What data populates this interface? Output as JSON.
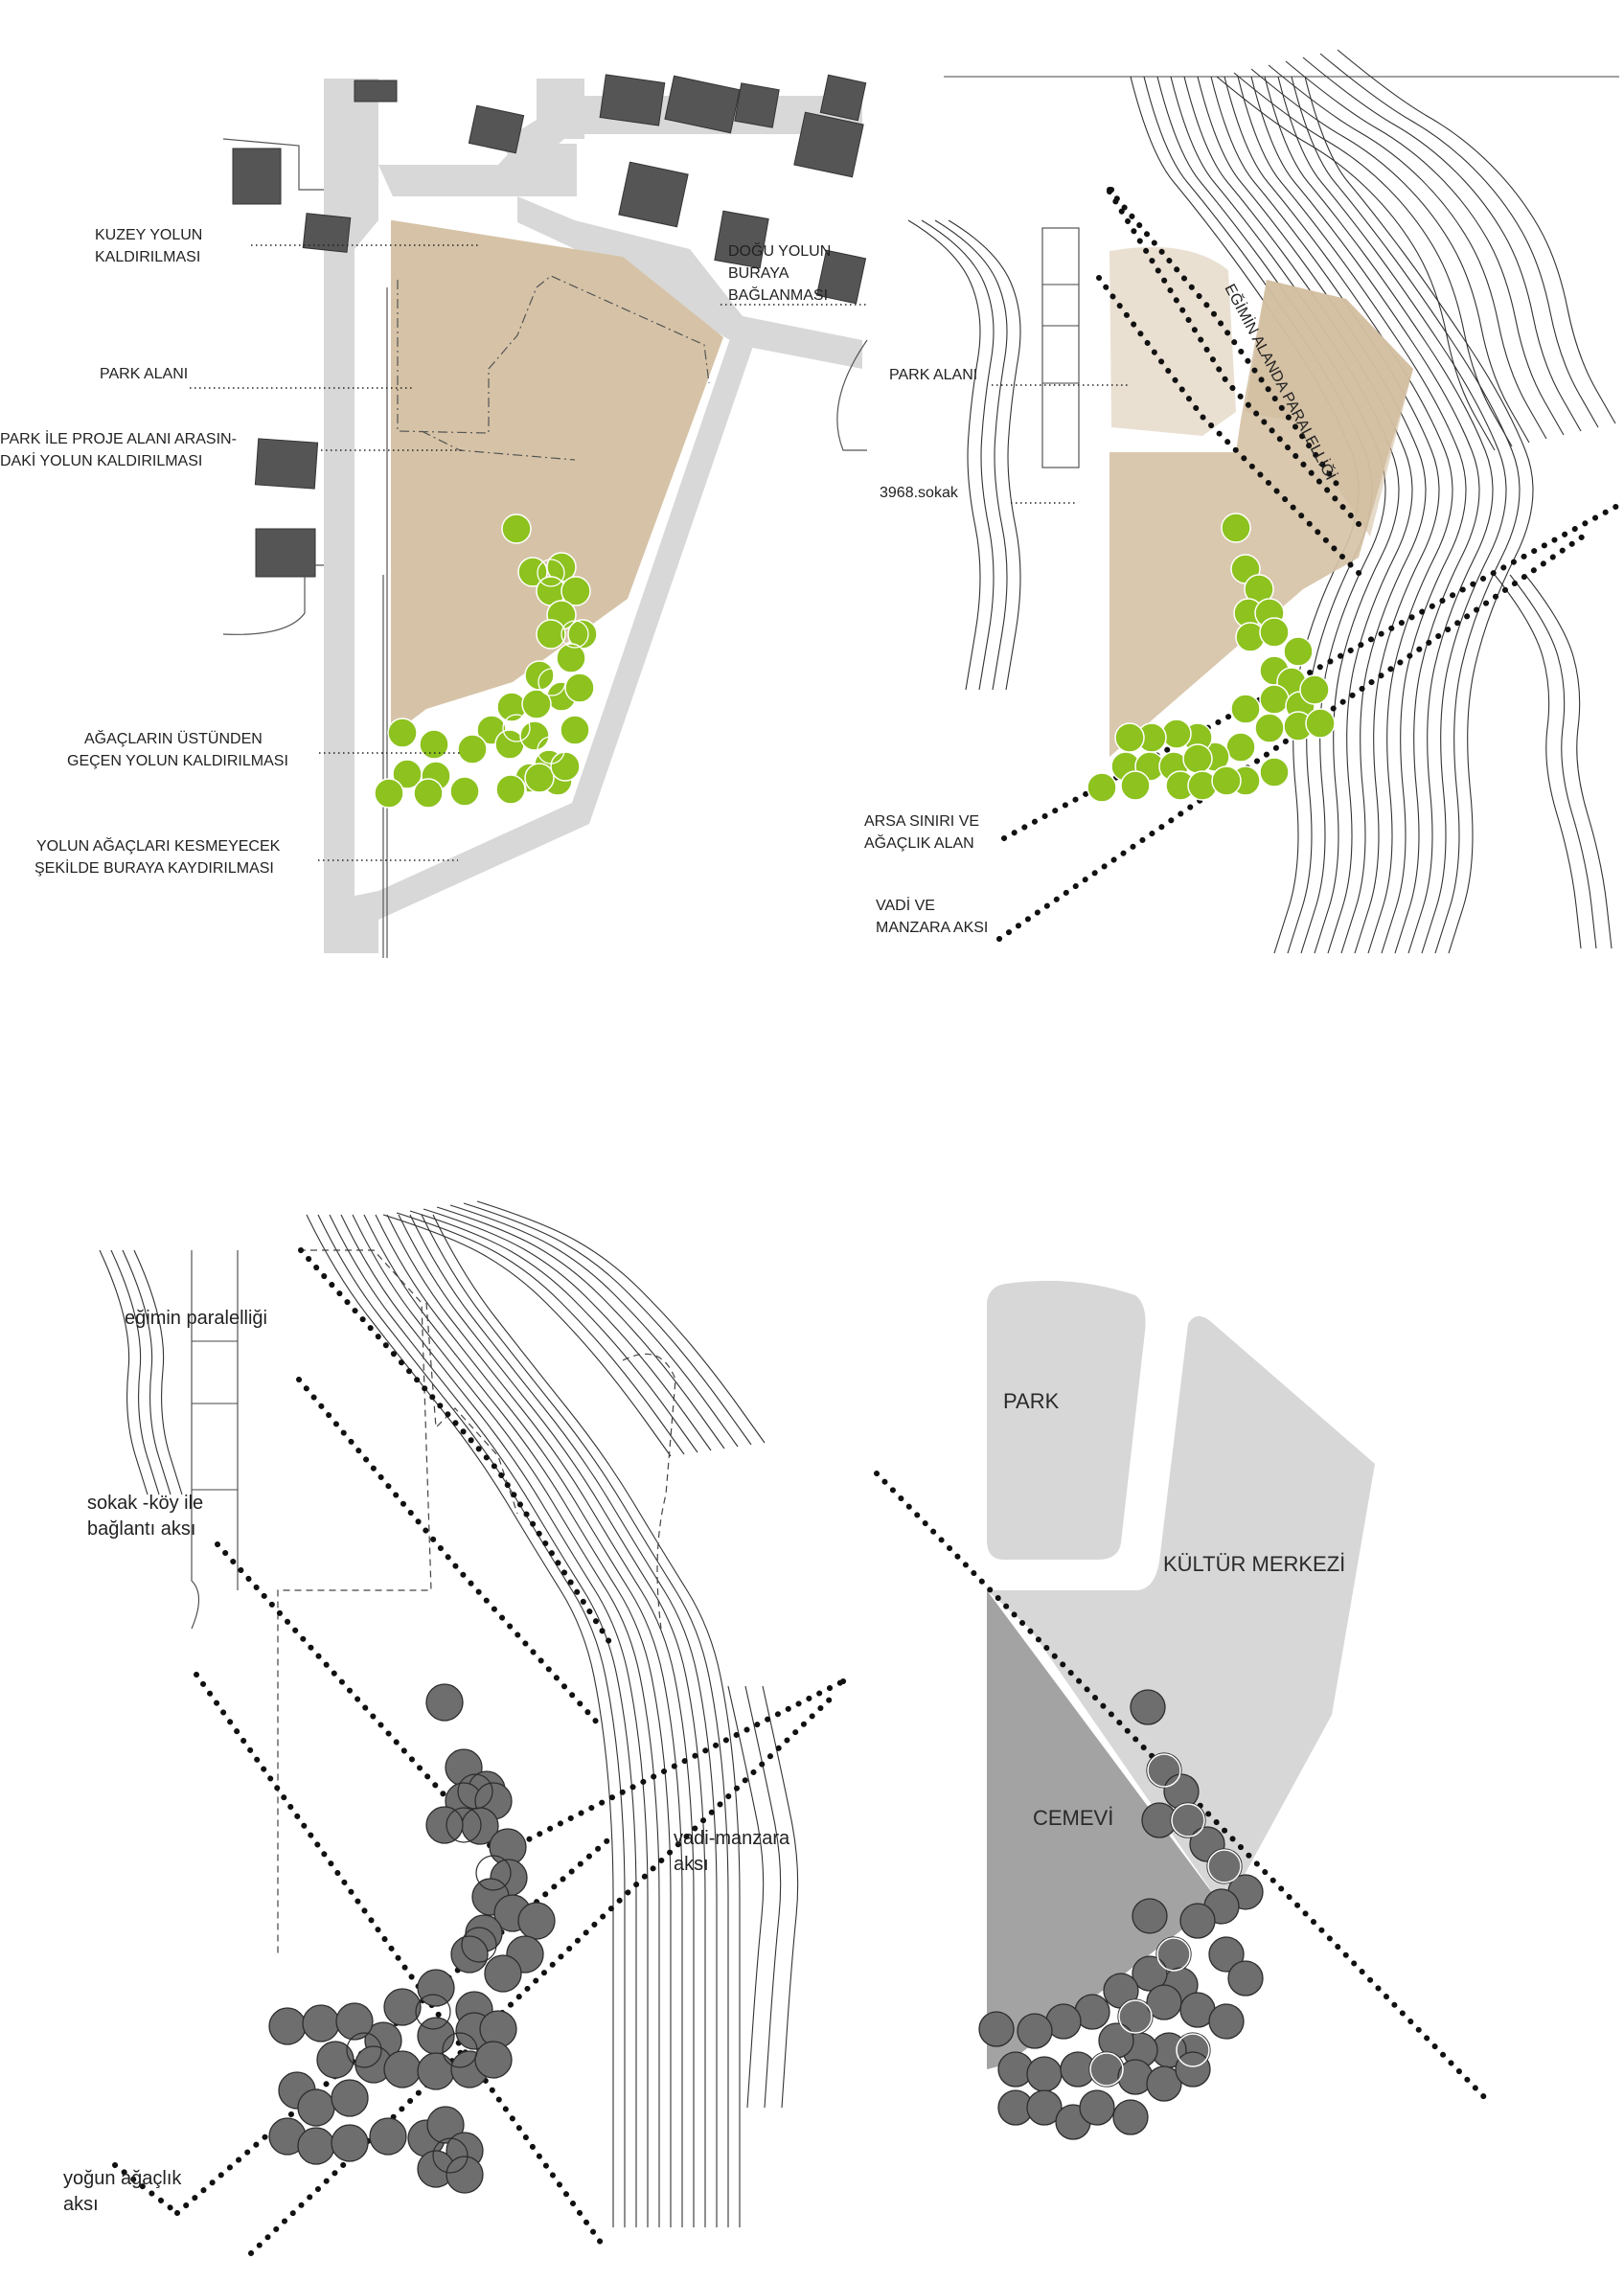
{
  "panel1": {
    "labels": {
      "kuzey_1": "KUZEY YOLUN",
      "kuzey_2": "KALDIRILMASI",
      "dogu_1": "DOĞU YOLUN",
      "dogu_2": "BURAYA",
      "dogu_3": "BAĞLANMASI",
      "park": "PARK ALANI",
      "park_ile_1": "PARK İLE PROJE ALANI ARASIN-",
      "park_ile_2": "DAKİ YOLUN KALDIRILMASI",
      "agac_1": "AĞAÇLARIN ÜSTÜNDEN",
      "agac_2": "GEÇEN YOLUN KALDIRILMASI",
      "yolun_1": "YOLUN AĞAÇLARI KESMEYECEK",
      "yolun_2": "ŞEKİLDE BURAYA KAYDIRILMASI"
    }
  },
  "panel2": {
    "labels": {
      "park": "PARK ALANI",
      "sokak": "3968.sokak",
      "egim": "EĞİMİN ALANDA PARALELLİĞİ",
      "arsa_1": "ARSA SINIRI VE",
      "arsa_2": "AĞAÇLIK ALAN",
      "vadi_1": "VADİ VE",
      "vadi_2": "MANZARA AKSI"
    }
  },
  "panel3": {
    "labels": {
      "egim": "eğimin paralelliği",
      "sokak_1": "sokak -köy ile",
      "sokak_2": "bağlantı aksı",
      "vadi_1": "vadi-manzara",
      "vadi_2": "aksı",
      "yogun_1": "yoğun ağaçlık",
      "yogun_2": "aksı"
    }
  },
  "panel4": {
    "labels": {
      "park": "PARK",
      "kultur": "KÜLTÜR MERKEZİ",
      "cemevi": "CEMEVİ"
    }
  },
  "colors": {
    "site_fill": "#d6c3a7",
    "park_fill_light": "#eae0d2",
    "tree_green": "#8dc21f",
    "tree_dark": "#6e6e6e",
    "zone_light": "#d7d7d7",
    "zone_dark": "#a3a3a3",
    "road": "#d8d8d8",
    "building": "#555555"
  }
}
